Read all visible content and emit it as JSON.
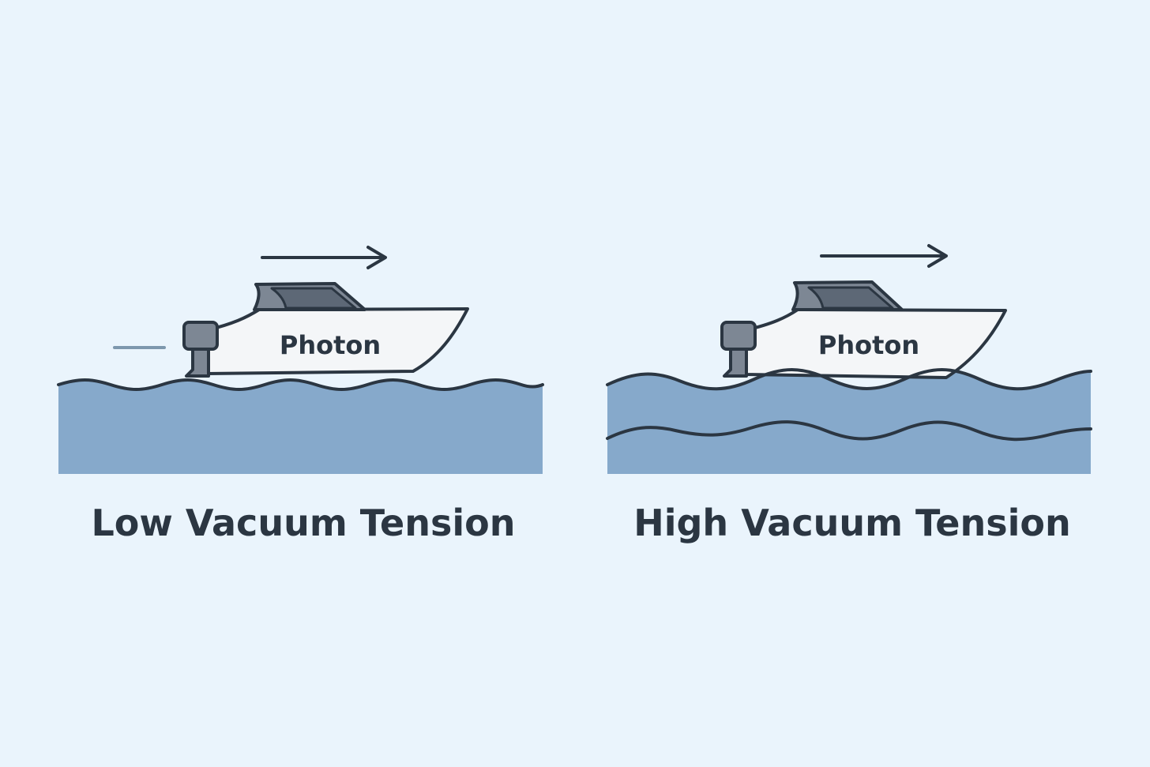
{
  "colors": {
    "background": "#eaf4fc",
    "water": "#86a9cb",
    "stroke": "#2b3642",
    "hull": "#f4f6f8",
    "cabin": "#7d8794",
    "window": "#5d6876"
  },
  "panels": [
    {
      "id": "low",
      "boat_name": "Photon",
      "caption": "Low Vacuum Tension",
      "motion_arrow_icon": "arrow-right-icon",
      "wave_lines": 1
    },
    {
      "id": "high",
      "boat_name": "Photon",
      "caption": "High Vacuum Tension",
      "motion_arrow_icon": "arrow-right-icon",
      "wave_lines": 2
    }
  ]
}
